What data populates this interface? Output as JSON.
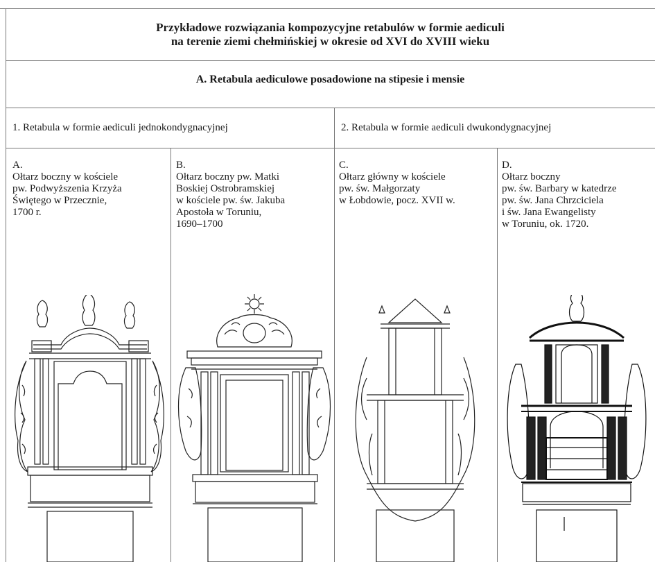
{
  "document": {
    "title_line1": "Przykładowe rozwiązania kompozycyjne retabulów w formie aediculi",
    "title_line2": "na terenie ziemi chełmińskiej w okresie od XVI do XVIII wieku",
    "section_heading": "A. Retabula aediculowe posadowione na stipesie i mensie",
    "group1_heading": "1. Retabula w formie aediculi jednokondygnacyjnej",
    "group2_heading": "2. Retabula w formie aediculi dwukondygnacyjnej",
    "entries": [
      {
        "letter": "A.",
        "lines": [
          "Ołtarz boczny w kościele",
          "pw. Podwyższenia Krzyża",
          "Świętego w Przecznie,",
          "1700 r."
        ]
      },
      {
        "letter": "B.",
        "lines": [
          "Ołtarz boczny pw. Matki",
          "Boskiej Ostrobramskiej",
          "w kościele pw. św. Jakuba",
          "Apostoła w Toruniu,",
          "1690–1700"
        ]
      },
      {
        "letter": "C.",
        "lines": [
          "Ołtarz główny w kościele",
          "pw. św. Małgorzaty",
          "w Łobdowie, pocz. XVII w."
        ]
      },
      {
        "letter": "D.",
        "lines": [
          "Ołtarz boczny",
          "pw. św. Barbary w katedrze",
          "pw. św. Jana Chrzciciela",
          "i św. Jana Ewangelisty",
          "w Toruniu, ok. 1720."
        ]
      }
    ]
  }
}
